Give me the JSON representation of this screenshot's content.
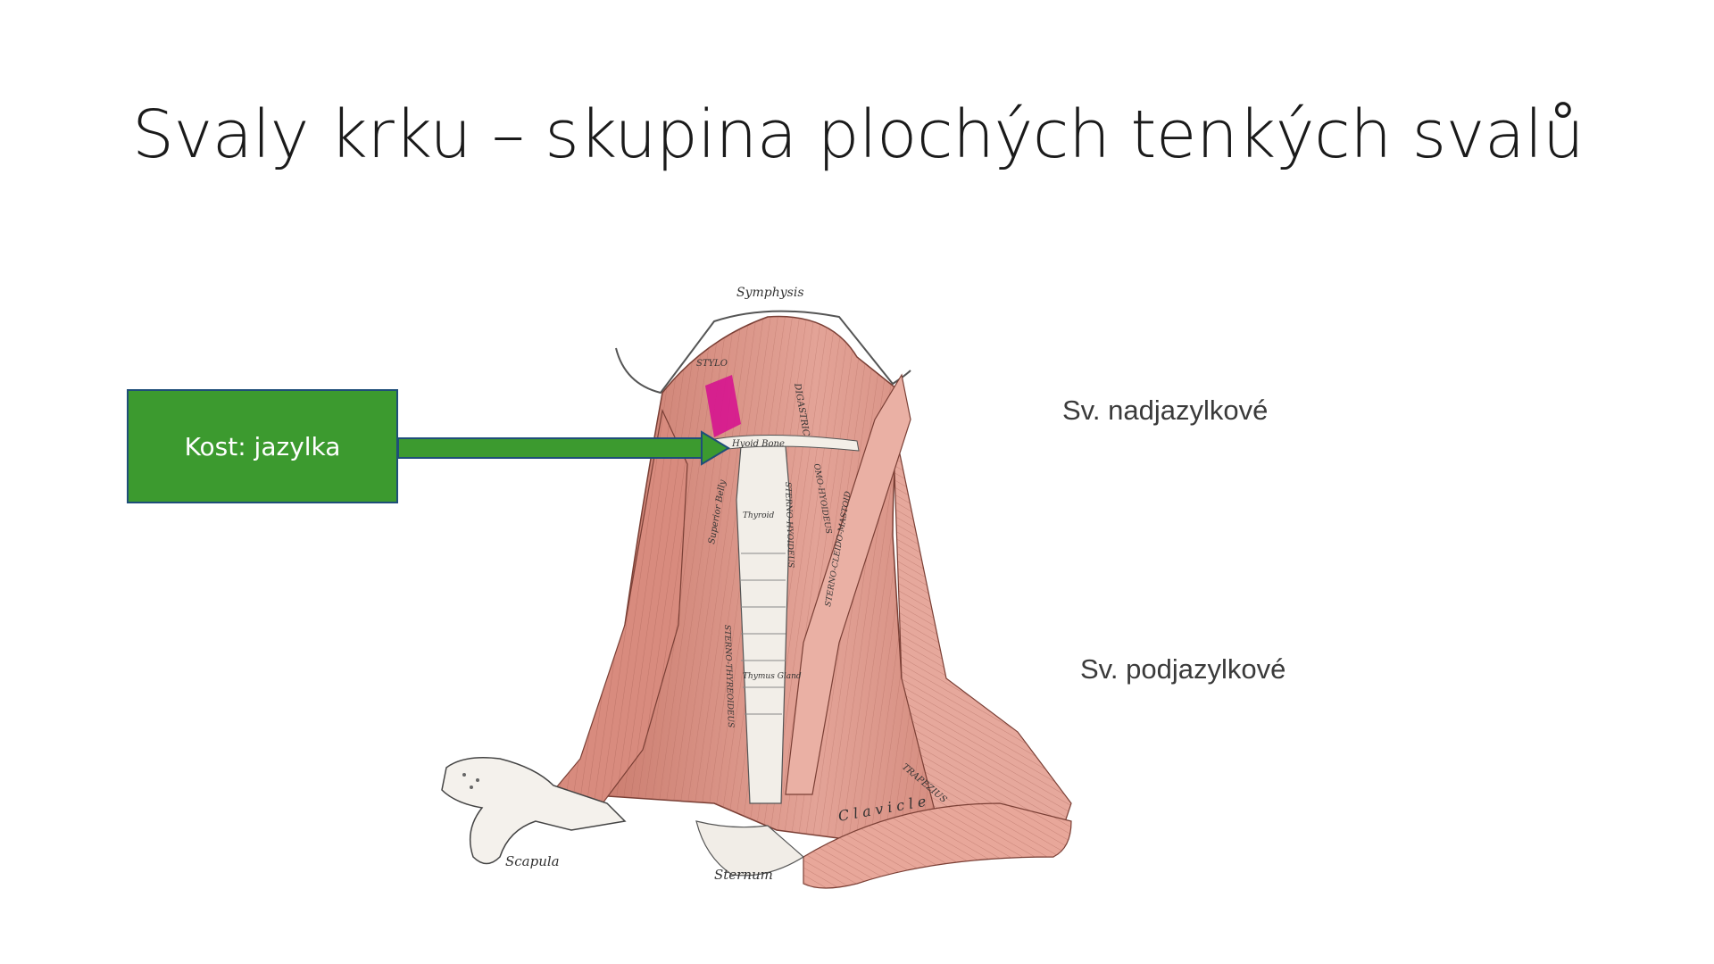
{
  "slide": {
    "title": "Svaly krku – skupina plochých tenkých svalů"
  },
  "callout": {
    "label": "Kost: jazylka",
    "box_color": "#3c9a2f",
    "border_color": "#1f4e79",
    "arrow_color": "#3c9a2f"
  },
  "side_labels": {
    "upper": "Sv. nadjazylkové",
    "lower": "Sv. podjazylkové"
  },
  "figure": {
    "labels": {
      "symphysis": "Symphysis",
      "hyoid": "Hyoid Bone",
      "sterno_hyoideus": "STERNO-HYOIDEUS",
      "omo_hyoideus": "OMO-HYOIDEUS",
      "sterno_thyreoideus": "STERNO-THYREOIDEUS",
      "sterno_cleido": "STERNO-CLEIDO-MASTOID",
      "trapezius": "TRAPEZIUS",
      "clavicle": "Clavicle",
      "scapula": "Scapula",
      "sternum": "Sternum",
      "stylo": "STYLO",
      "digastric": "DIGASTRIC",
      "superior_belly": "Superior Belly",
      "thyroid": "Thyroid",
      "thymus": "Thymus Gland"
    },
    "muscle_color": "#d98b7e",
    "highlight_color": "#d6148f"
  }
}
